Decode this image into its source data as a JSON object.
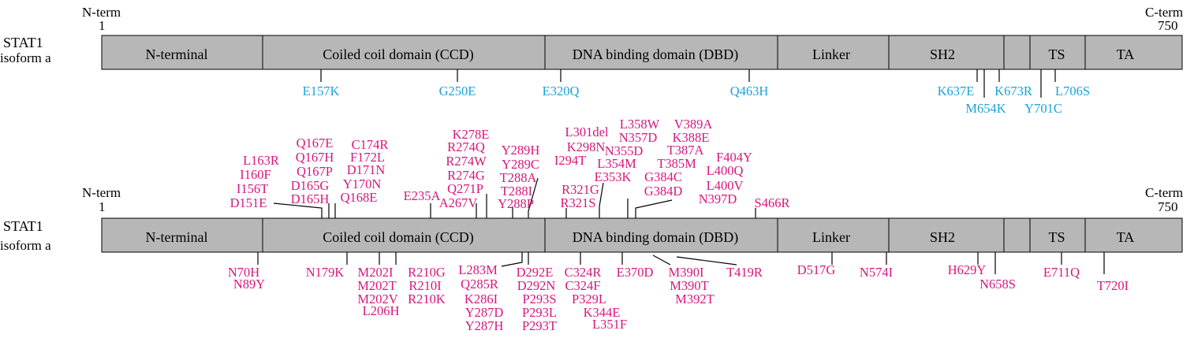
{
  "colors": {
    "domain_fill": "#b7b7b7",
    "variant_blue": "#1aa3d9",
    "variant_pink": "#d6177e",
    "text": "#000000"
  },
  "diagrams": [
    {
      "protein_line1": "STAT1",
      "protein_line2": "isoform a",
      "nterm": "N-term",
      "nterm_num": "1",
      "cterm": "C-term",
      "cterm_num": "750",
      "domains": [
        "N-terminal",
        "Coiled coil domain (CCD)",
        "DNA binding domain (DBD)",
        "Linker",
        "SH2",
        "",
        "TS",
        "TA"
      ],
      "variants_below": [
        "E157K",
        "G250E",
        "E320Q",
        "Q463H",
        "K637E",
        "K673R",
        "L706S",
        "M654K",
        "Y701C"
      ]
    },
    {
      "protein_line1": "STAT1",
      "protein_line2": "isoform a",
      "nterm": "N-term",
      "nterm_num": "1",
      "cterm": "C-term",
      "cterm_num": "750",
      "domains": [
        "N-terminal",
        "Coiled coil domain (CCD)",
        "DNA binding domain (DBD)",
        "Linker",
        "SH2",
        "",
        "TS",
        "TA"
      ],
      "variants_above": [
        "L163R",
        "I160F",
        "I156T",
        "D151E",
        "Q167E",
        "Q167H",
        "Q167P",
        "D165G",
        "D165H",
        "C174R",
        "F172L",
        "D171N",
        "Y170N",
        "Q168E",
        "E235A",
        "K278E",
        "R274Q",
        "R274W",
        "R274G",
        "Q271P",
        "A267V",
        "Y289H",
        "Y289C",
        "T288A",
        "T288I",
        "Y288P",
        "L301del",
        "K298N",
        "I294T",
        "R321G",
        "R321S",
        "L358W",
        "N357D",
        "N355D",
        "L354M",
        "E353K",
        "V389A",
        "K388E",
        "T387A",
        "T385M",
        "G384C",
        "G384D",
        "F404Y",
        "L400Q",
        "L400V",
        "N397D",
        "S466R"
      ],
      "variants_below": [
        "N70H",
        "N89Y",
        "N179K",
        "M202I",
        "M202T",
        "M202V",
        "L206H",
        "R210G",
        "R210I",
        "R210K",
        "L283M",
        "Q285R",
        "K286I",
        "Y287D",
        "Y287H",
        "D292E",
        "D292N",
        "P293S",
        "P293L",
        "P293T",
        "C324R",
        "C324F",
        "P329L",
        "K344E",
        "L351F",
        "E370D",
        "M390I",
        "M390T",
        "M392T",
        "T419R",
        "D517G",
        "N574I",
        "H629Y",
        "N658S",
        "E711Q",
        "T720I"
      ]
    }
  ]
}
